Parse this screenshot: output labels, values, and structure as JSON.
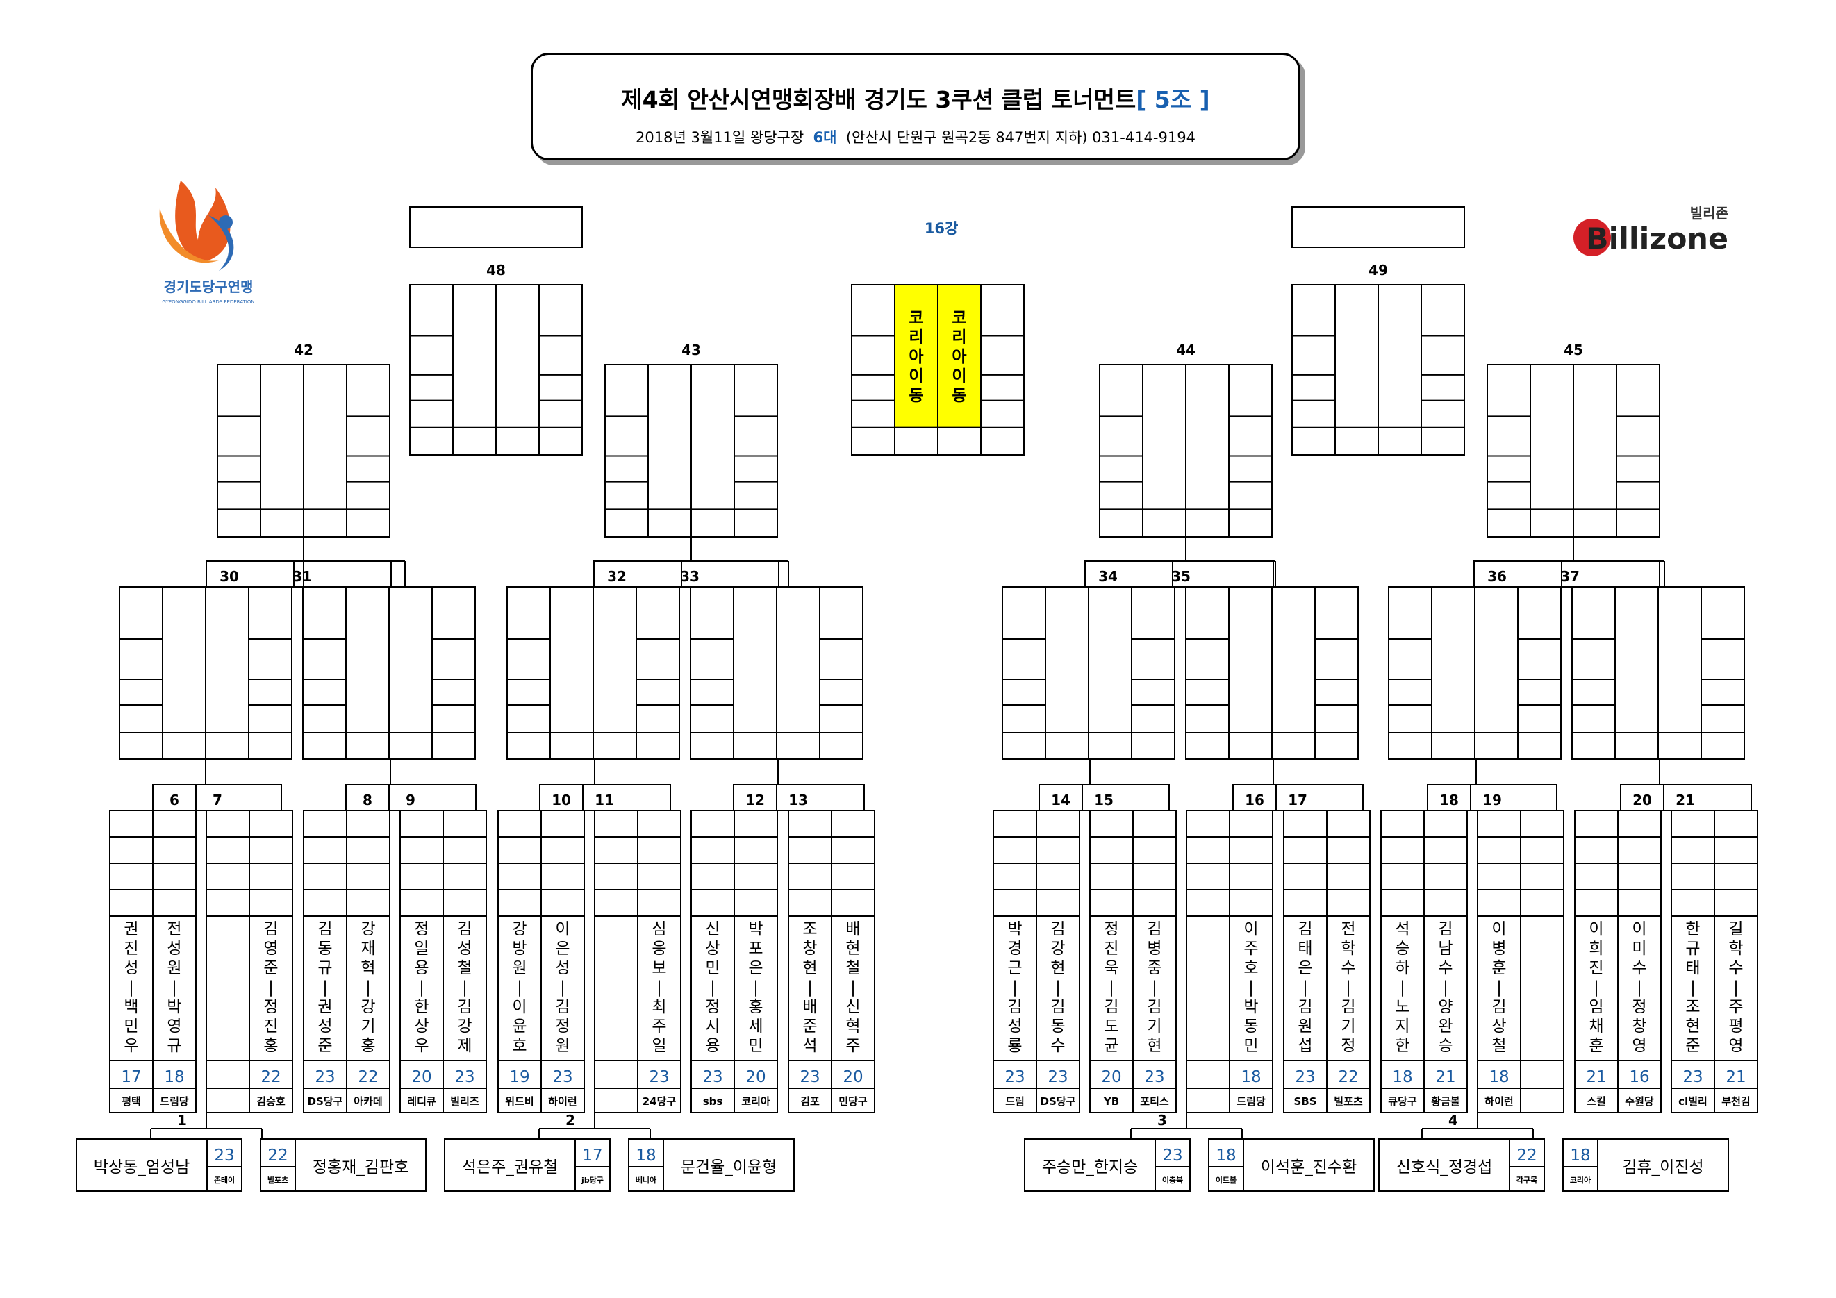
{
  "header": {
    "title_main": "제4회 안산시연맹회장배 경기도 3쿠션 클럽 토너먼트",
    "title_group": "[ 5조 ]",
    "date_venue": "2018년 3월11일 왕당구장",
    "tables": "6대",
    "address": "(안산시 단원구 원곡2동 847번지 지하) 031-414-9194"
  },
  "logos": {
    "left_org": "경기도당구연맹",
    "left_org_en": "GYEONGGIDO BILLIARDS FEDERATION",
    "right_brand_kr": "빌리존",
    "right_brand_en": "Billizone"
  },
  "round_label": "16강",
  "colors": {
    "blue": "#1a5aa0",
    "yellow": "#ffff00"
  },
  "top_matches": [
    {
      "num": "48"
    },
    {
      "num": "49"
    },
    {
      "num": "42"
    },
    {
      "num": "43"
    },
    {
      "num": "44"
    },
    {
      "num": "45"
    },
    {
      "num": "30"
    },
    {
      "num": "31"
    },
    {
      "num": "32"
    },
    {
      "num": "33"
    },
    {
      "num": "34"
    },
    {
      "num": "35"
    },
    {
      "num": "36"
    },
    {
      "num": "37"
    }
  ],
  "final_box": {
    "p1": "코리아이동",
    "p2": "코리아이동"
  },
  "group_match_numbers": [
    "6",
    "7",
    "8",
    "9",
    "10",
    "11",
    "12",
    "13",
    "14",
    "15",
    "16",
    "17",
    "18",
    "19",
    "20",
    "21"
  ],
  "blocks": [
    {
      "col1": {
        "name": "권진성_백민우",
        "score": "17",
        "club": "평택"
      },
      "col2": {
        "name": "전성원_박영규",
        "score": "18",
        "club": "드림당"
      }
    },
    {
      "col1": {
        "name": "",
        "score": "",
        "club": ""
      },
      "col2": {
        "name": "김영준_정진홍",
        "score": "22",
        "club": "김승호"
      }
    },
    {
      "col1": {
        "name": "김동규_권성준",
        "score": "23",
        "club": "DS당구"
      },
      "col2": {
        "name": "강재혁_강기홍",
        "score": "22",
        "club": "아카데"
      }
    },
    {
      "col1": {
        "name": "정일용_한상우",
        "score": "20",
        "club": "레디큐"
      },
      "col2": {
        "name": "김성철_김강제",
        "score": "23",
        "club": "빌리즈"
      }
    },
    {
      "col1": {
        "name": "강방원_이윤호",
        "score": "19",
        "club": "위드비"
      },
      "col2": {
        "name": "이은성_김정원",
        "score": "23",
        "club": "하이런"
      }
    },
    {
      "col1": {
        "name": "",
        "score": "",
        "club": ""
      },
      "col2": {
        "name": "심응보_최주일",
        "score": "23",
        "club": "24당구"
      }
    },
    {
      "col1": {
        "name": "신상민_정시용",
        "score": "23",
        "club": "sbs"
      },
      "col2": {
        "name": "박포은_홍세민",
        "score": "20",
        "club": "코리아"
      }
    },
    {
      "col1": {
        "name": "조창현_배준석",
        "score": "23",
        "club": "김포"
      },
      "col2": {
        "name": "배현철_신혁주",
        "score": "20",
        "club": "민당구"
      }
    },
    {
      "col1": {
        "name": "박경근_김성룡",
        "score": "23",
        "club": "드림"
      },
      "col2": {
        "name": "김강현_김동수",
        "score": "23",
        "club": "DS당구"
      }
    },
    {
      "col1": {
        "name": "정진욱_김도균",
        "score": "20",
        "club": "YB"
      },
      "col2": {
        "name": "김병중_김기현",
        "score": "23",
        "club": "포티스"
      }
    },
    {
      "col1": {
        "name": "",
        "score": "",
        "club": ""
      },
      "col2": {
        "name": "이주호_박동민",
        "score": "18",
        "club": "드림당"
      }
    },
    {
      "col1": {
        "name": "김태은_김원섭",
        "score": "23",
        "club": "SBS"
      },
      "col2": {
        "name": "전학수_김기정",
        "score": "22",
        "club": "빌포츠"
      }
    },
    {
      "col1": {
        "name": "석승하_노지한",
        "score": "18",
        "club": "큐당구"
      },
      "col2": {
        "name": "김남수_양완승",
        "score": "21",
        "club": "황금볼"
      }
    },
    {
      "col1": {
        "name": "이병훈_김상철",
        "score": "18",
        "club": "하이런"
      },
      "col2": {
        "name": "",
        "score": "",
        "club": ""
      }
    },
    {
      "col1": {
        "name": "이희진_임채훈",
        "score": "21",
        "club": "스킬"
      },
      "col2": {
        "name": "이미수_정창영",
        "score": "16",
        "club": "수원당"
      }
    },
    {
      "col1": {
        "name": "한규태_조현준",
        "score": "23",
        "club": "cl빌리"
      },
      "col2": {
        "name": "길학수_주평영",
        "score": "21",
        "club": "부천김"
      }
    }
  ],
  "prelim": [
    {
      "num": "1",
      "left": {
        "name": "박상동_엄성남",
        "score": "23",
        "club": "존테이"
      },
      "right": {
        "name": "정홍재_김판호",
        "score": "22",
        "club": "빌포츠"
      }
    },
    {
      "num": "2",
      "left": {
        "name": "석은주_권유철",
        "score": "17",
        "club": "jb당구"
      },
      "right": {
        "name": "문건율_이윤형",
        "score": "18",
        "club": "베니아"
      }
    },
    {
      "num": "3",
      "left": {
        "name": "주승만_한지승",
        "score": "23",
        "club": "이충북"
      },
      "right": {
        "name": "이석훈_진수환",
        "score": "18",
        "club": "이트볼"
      }
    },
    {
      "num": "4",
      "left": {
        "name": "신호식_정경섭",
        "score": "22",
        "club": "각구목"
      },
      "right": {
        "name": "김휴_이진성",
        "score": "18",
        "club": "코리아"
      }
    }
  ]
}
